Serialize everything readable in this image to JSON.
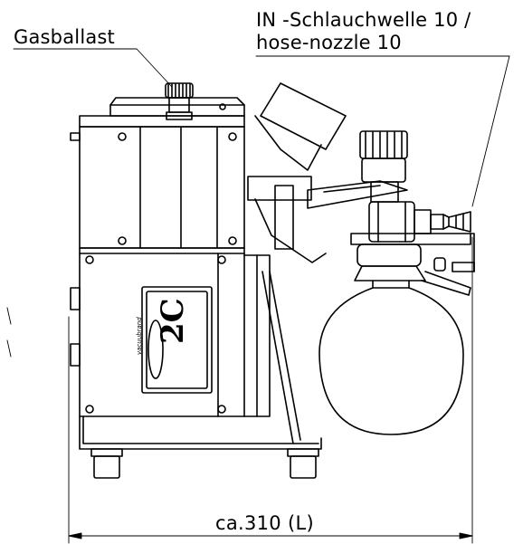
{
  "labels": {
    "gas_ballast": "Gasballast",
    "inlet_line1": "IN -Schlauchwelle 10 /",
    "inlet_line2": "hose-nozzle 10",
    "overall_length": "ca.310 (L)"
  },
  "device": {
    "model_badge": "2C",
    "brand_logo": "vacuubrand"
  },
  "style": {
    "line_color": "#000000",
    "background": "#ffffff"
  }
}
